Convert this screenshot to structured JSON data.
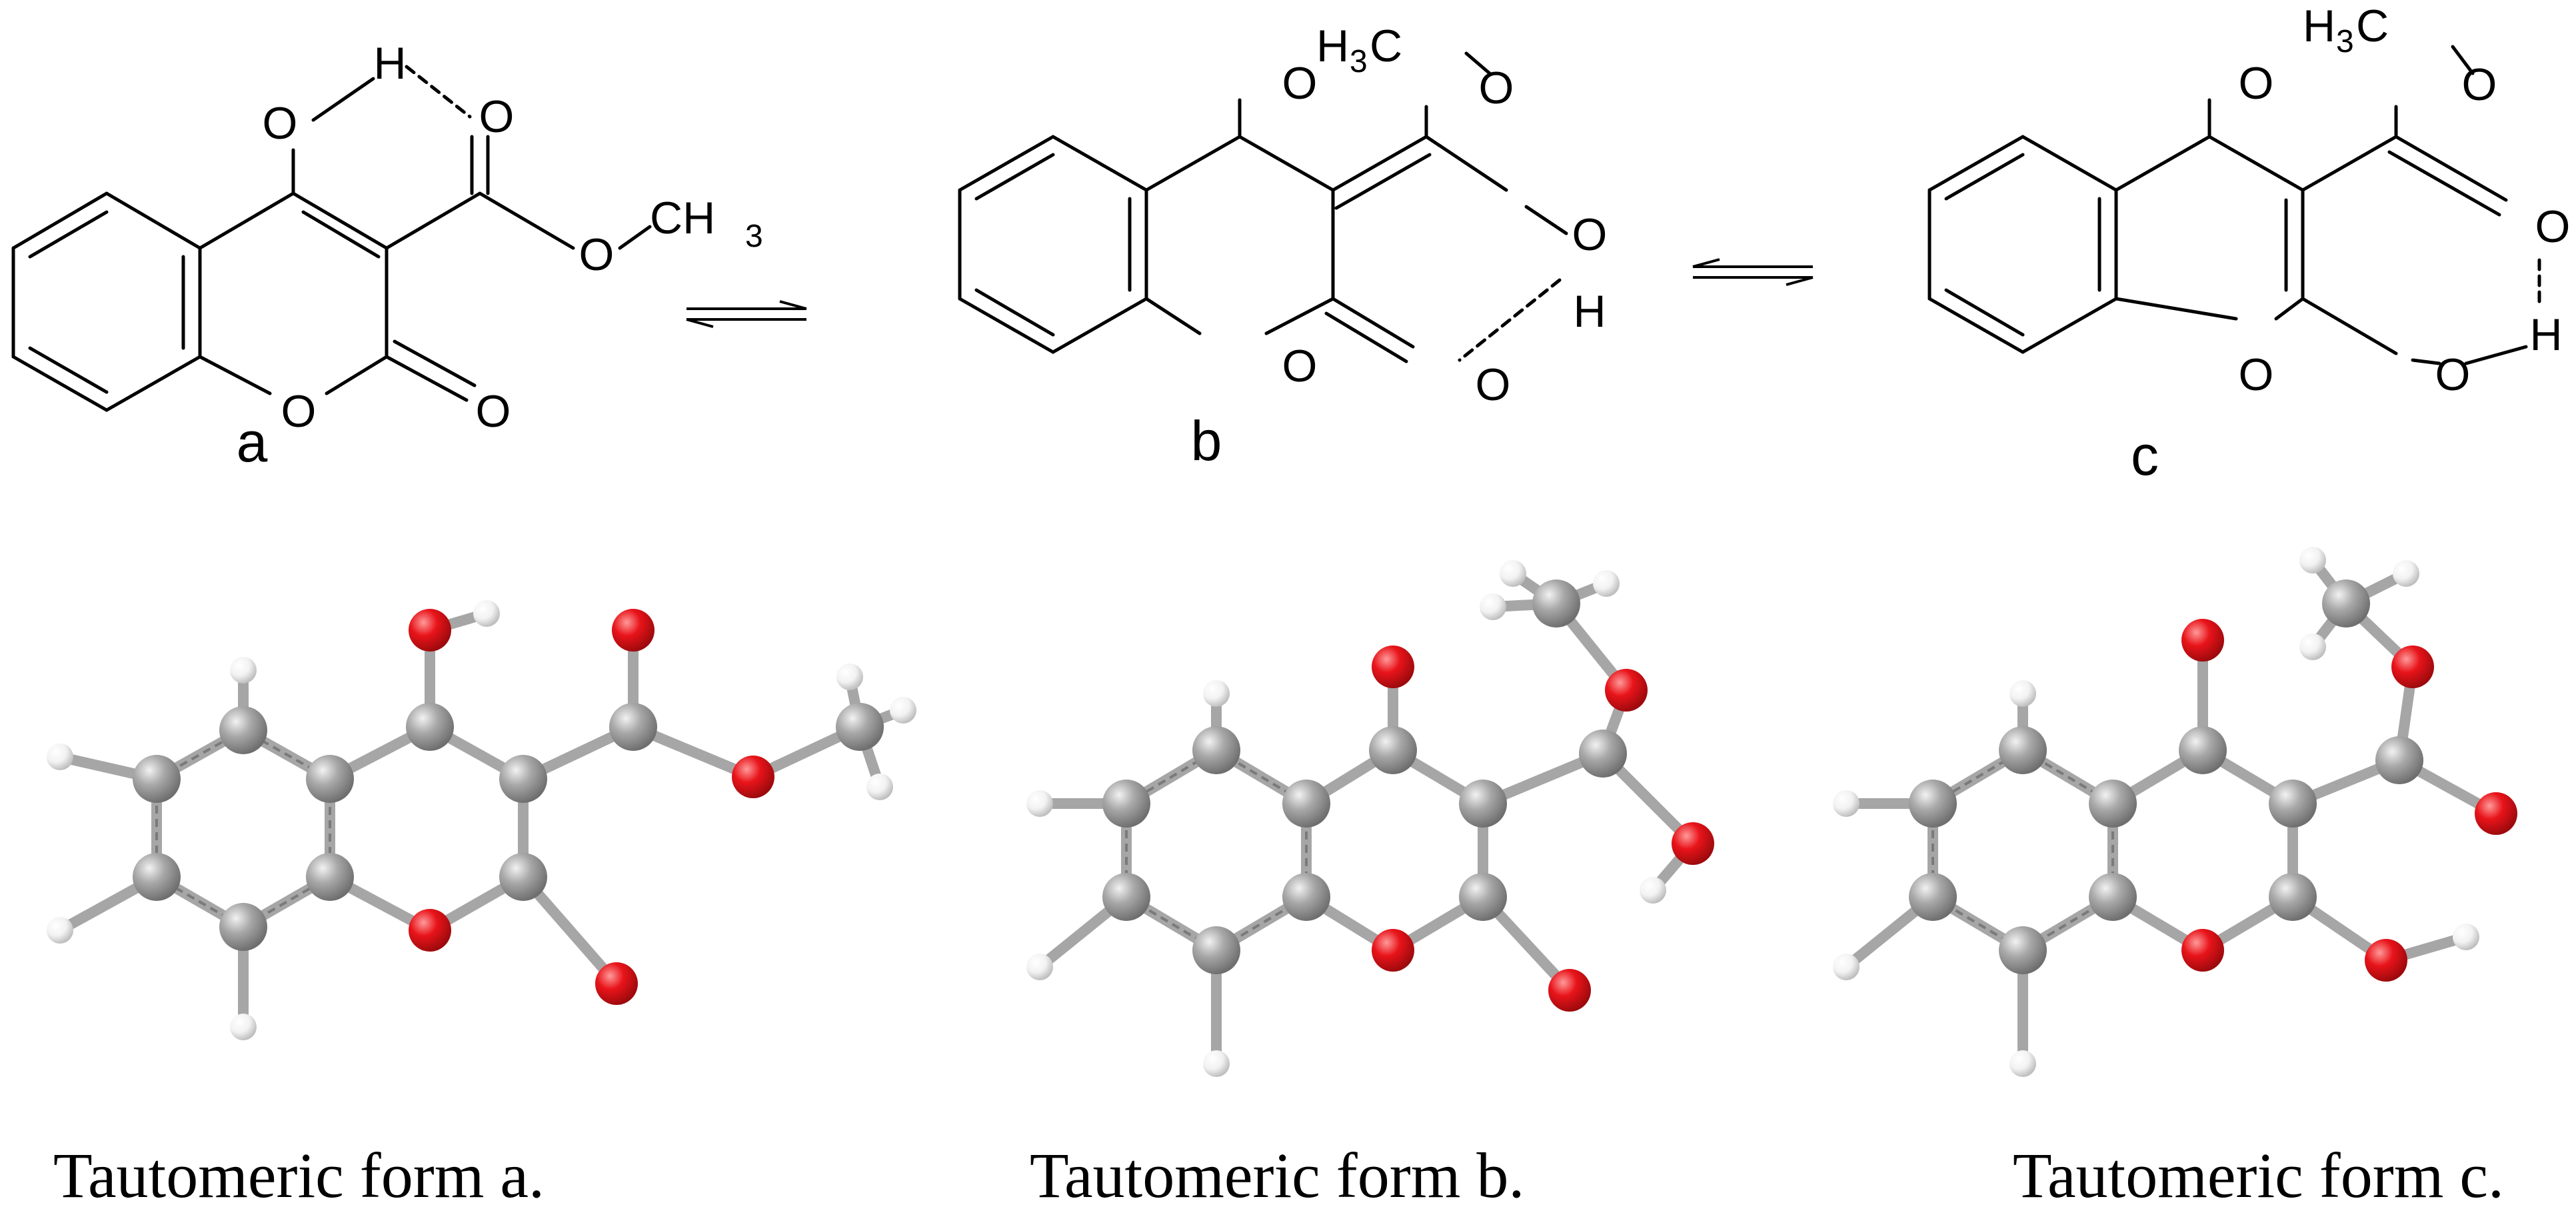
{
  "diagram": {
    "colors": {
      "bond": "#000000",
      "carbon": "#9a9a9a",
      "oxygen": "#e8141a",
      "hydrogen": "#f0f0f0",
      "stick": "#a6a6a6"
    },
    "structures": {
      "a": {
        "label": "a",
        "atoms": {
          "O_hydroxyl": "O",
          "H_hydroxyl": "H",
          "O_carbonyl": "O",
          "O_ester": "O",
          "methyl": "CH",
          "methyl_sub": "3",
          "O_ring": "O",
          "O_lactone": "O"
        }
      },
      "b": {
        "label": "b",
        "atoms": {
          "methyl": "H",
          "methyl_sub": "3",
          "methyl_c": "C",
          "O_ester": "O",
          "O_ketone": "O",
          "O_hydroxyl": "O",
          "H_hydroxyl": "H",
          "O_ring": "O",
          "O_lactone": "O"
        }
      },
      "c": {
        "label": "c",
        "atoms": {
          "methyl": "H",
          "methyl_sub": "3",
          "methyl_c": "C",
          "O_ester": "O",
          "O_ketone": "O",
          "O_carbonyl": "O",
          "H_bridge": "H",
          "O_ring": "O",
          "O_hydroxyl": "O"
        }
      }
    },
    "captions": {
      "a": "Tautomeric form a.",
      "b": "Tautomeric form b.",
      "c": "Tautomeric form c."
    },
    "equilibria": [
      "a-b",
      "b-c"
    ]
  }
}
